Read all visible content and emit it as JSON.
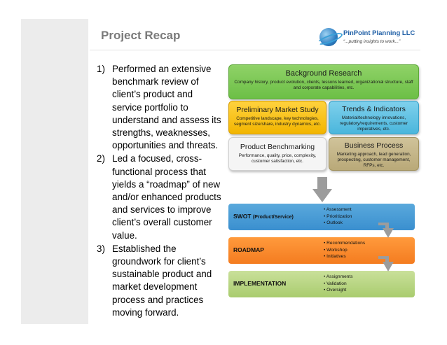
{
  "slide": {
    "title": "Project Recap"
  },
  "logo": {
    "name": "PinPoint Planning LLC",
    "tagline": "“...putting insights to work...”",
    "icon": "globe-icon"
  },
  "recap_items": [
    {
      "number": "1)",
      "text": "Performed an extensive benchmark review of client’s product and service portfolio to understand and assess its strengths, weaknesses, opportunities and threats."
    },
    {
      "number": "2)",
      "text": "Led a focused, cross-functional process that yields a “roadmap” of new and/or enhanced products and services to improve client’s overall customer value."
    },
    {
      "number": "3)",
      "text": "Established the groundwork for client’s sustainable product and market development process and practices moving forward."
    }
  ],
  "diagram": {
    "background_research": {
      "title": "Background Research",
      "desc": "Company history, product evolution, clients, lessons learned, organizational structure, staff and corporate capabilities, etc."
    },
    "preliminary_market_study": {
      "title": "Preliminary Market Study",
      "desc": "Competitive landscape, key technologies, segment size/share, industry dynamics, etc."
    },
    "trends_indicators": {
      "title": "Trends & Indicators",
      "desc": "Material/technology innovations, regulatory/requirements, customer imperatives, etc."
    },
    "product_benchmarking": {
      "title": "Product Benchmarking",
      "desc": "Performance, quality, price, complexity, customer satisfaction, etc."
    },
    "business_process": {
      "title": "Business Process",
      "desc": "Marketing approach, lead generation, prospecting, customer management, RFPs, etc."
    },
    "stages": [
      {
        "label": "SWOT",
        "sub": "(Product/Service)",
        "bullets": [
          "Assessment",
          "Prioritization",
          "Outlook"
        ]
      },
      {
        "label": "ROADMAP",
        "sub": "",
        "bullets": [
          "Recommendations",
          "Workshop",
          "Initiatives"
        ]
      },
      {
        "label": "IMPLEMENTATION",
        "sub": "",
        "bullets": [
          "Assignments",
          "Validation",
          "Oversight"
        ]
      }
    ]
  },
  "colors": {
    "green": "#6cbf46",
    "yellow": "#f2b500",
    "cyan": "#4ab6dc",
    "tan": "#b9a978",
    "blue": "#3a8fcf",
    "orange": "#f47c20",
    "light_green": "#a9cc6e",
    "arrow_gray": "#9c9c9c"
  }
}
